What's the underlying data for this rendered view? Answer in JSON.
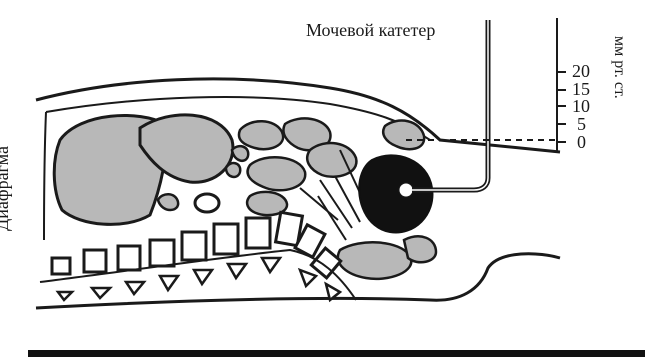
{
  "labels": {
    "catheter": "Мочевой катетер",
    "diaphragm": "Диафрагма",
    "unit": "мм рт. ст."
  },
  "scale": {
    "ticks": [
      "20",
      "15",
      "10",
      "5",
      "0"
    ]
  },
  "colors": {
    "ink": "#1a1a1a",
    "organ_fill": "#b8b8b8",
    "bladder_fill": "#111111",
    "background": "#ffffff"
  }
}
